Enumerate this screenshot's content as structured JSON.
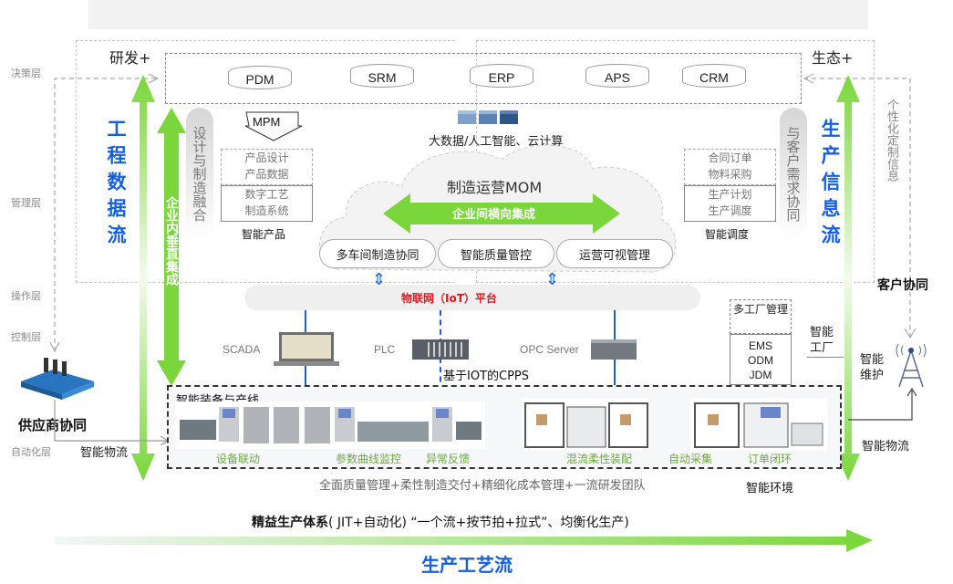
{
  "layers": [
    "决策层",
    "管理层",
    "操作层",
    "控制层",
    "自动化层"
  ],
  "top": {
    "left_label": "研发+",
    "right_label": "生态+",
    "systems": [
      "PDM",
      "SRM",
      "ERP",
      "APS",
      "CRM"
    ],
    "cloud_compute": "大数据/人工智能、云计算"
  },
  "left_flow": {
    "title": "工程数据流",
    "vertical_integration": "企业内垂直集成",
    "design_fusion": "设计与制造融合"
  },
  "right_flow": {
    "title": "生产信息流",
    "customer_sync": "与客户需求协同",
    "customization": "个性化定制信息"
  },
  "mpm": {
    "label": "MPM",
    "top_items": [
      "产品设计",
      "产品数据"
    ],
    "bottom_items": [
      "数字工艺",
      "制造系统"
    ],
    "caption": "智能产品"
  },
  "schedule": {
    "top_items": [
      "合同订单",
      "物料采购"
    ],
    "bottom_items": [
      "生产计划",
      "生产调度"
    ],
    "caption": "智能调度"
  },
  "mom": {
    "title": "制造运营MOM",
    "horizontal_integration": "企业间横向集成",
    "pills": [
      "多车间制造协同",
      "智能质量管控",
      "运营可视管理"
    ]
  },
  "iot": {
    "label": "物联网（IoT）平台",
    "color": "#e8141c"
  },
  "devices": {
    "scada": "SCADA",
    "plc": "PLC",
    "opc": "OPC Server",
    "cpps": "基于IOT的CPPS"
  },
  "multi_factory": {
    "title": "多工厂管理",
    "items": [
      "EMS",
      "ODM",
      "JDM"
    ],
    "smart_factory": "智能工厂"
  },
  "right_side": {
    "customer_sync": "客户协同",
    "maintenance": "智能维护",
    "logistics": "智能物流"
  },
  "left_side": {
    "supplier_sync": "供应商协同",
    "logistics": "智能物流"
  },
  "production_line": {
    "title": "智能装备与产线",
    "captions": [
      "设备联动",
      "参数曲线监控",
      "异常反馈",
      "混流柔性装配",
      "自动采集",
      "订单闭环"
    ]
  },
  "bottom": {
    "management": "全面质量管理+柔性制造交付+精细化成本管理+一流研发团队",
    "environment": "智能环境",
    "lean_bold": "精益生产体系",
    "lean_rest": "( JIT+自动化) “一个流+按节拍+拉式”、均衡化生产)",
    "process_flow": "生产工艺流"
  },
  "colors": {
    "accent_green": "#7ad63a",
    "flow_blue": "#1560e0",
    "iot_red": "#e8141c",
    "link_blue": "#1a5fd6"
  }
}
